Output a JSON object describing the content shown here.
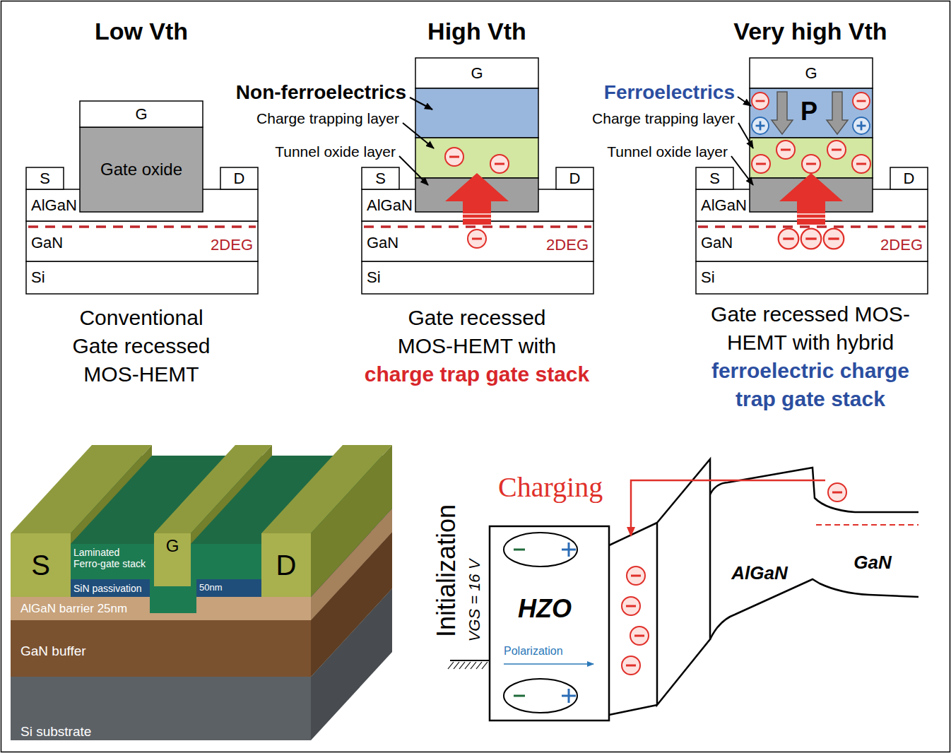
{
  "diagram": {
    "nodes": [
      {
        "text": [
          "G"
        ]
      },
      {
        "text": [
          "Gate oxide"
        ]
      },
      {
        "text": [
          "S"
        ]
      },
      {
        "text": [
          "D"
        ]
      },
      {
        "text": [
          "AlGaN"
        ]
      },
      {
        "text": [
          "GaN",
          "2DEG"
        ]
      },
      {
        "text": [
          "Si"
        ]
      },
      {
        "text": [
          "G"
        ]
      },
      {
        "text": [
          "S"
        ]
      },
      {
        "text": [
          "D"
        ]
      },
      {
        "text": [
          "AlGaN"
        ]
      },
      {
        "text": [
          "GaN",
          "2DEG"
        ]
      },
      {
        "text": [
          "Si"
        ]
      },
      {
        "text": [
          "G"
        ]
      },
      {
        "text": [
          "S"
        ]
      },
      {
        "text": [
          "D"
        ]
      },
      {
        "text": [
          "AlGaN"
        ]
      },
      {
        "text": [
          "GaN",
          "2DEG"
        ]
      },
      {
        "text": [
          "Si"
        ]
      },
      {
        "text": [
          "S"
        ]
      },
      {
        "text": [
          "G"
        ]
      },
      {
        "text": [
          "D"
        ]
      },
      {
        "text": [
          "Laminated Ferro-gate stack"
        ]
      },
      {
        "text": [
          "SiN passivation"
        ]
      },
      {
        "text": [
          "AlGaN barrier 25nm"
        ]
      },
      {
        "text": [
          "GaN buffer"
        ]
      },
      {
        "text": [
          "Si substrate"
        ]
      },
      {
        "text": [
          "HZO",
          "Polarization"
        ]
      }
    ],
    "labels": [
      "Low Vth",
      "High Vth",
      "Very high Vth",
      "Non-ferroelectrics",
      "Charge trapping layer",
      "Tunnel oxide layer",
      "Ferroelectrics",
      "P",
      "Charge trapping layer",
      "Tunnel oxide layer",
      "Conventional Gate recessed MOS-HEMT",
      "Gate recessed MOS-HEMT with",
      "charge trap gate stack",
      "Gate recessed MOS-HEMT with hybrid",
      "ferroelectric charge trap gate stack",
      "50nm",
      "Charging",
      "Initialization",
      "VGS = 16 V",
      "AlGaN",
      "GaN"
    ]
  }
}
